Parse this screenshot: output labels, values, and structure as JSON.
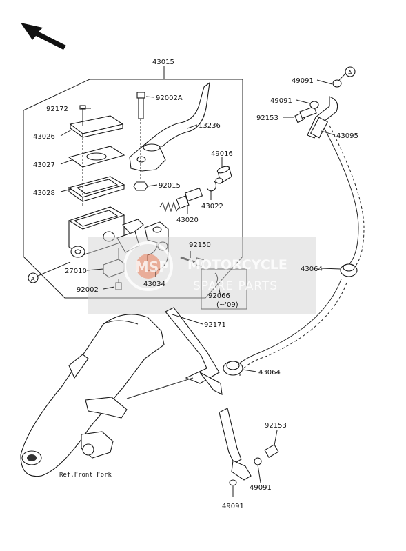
{
  "labels": {
    "l43015": "43015",
    "l92002A": "92002A",
    "l92172": "92172",
    "l13236": "13236",
    "l43026": "43026",
    "l49016": "49016",
    "l43027": "43027",
    "l92015": "92015",
    "l43028": "43028",
    "l43022": "43022",
    "l43020": "43020",
    "l92150": "92150",
    "l27010": "27010",
    "l43034": "43034",
    "l92002": "92002",
    "l92066": "92066",
    "l92066note": "(~'09)",
    "l92171": "92171",
    "l49091a": "49091",
    "l49091b": "49091",
    "l92153a": "92153",
    "l43095": "43095",
    "l43064a": "43064",
    "l43064b": "43064",
    "l92153b": "92153",
    "l49091c": "49091",
    "l49091d": "49091",
    "refFork": "Ref.Front Fork",
    "refA1": "A",
    "refA2": "A"
  },
  "watermark": {
    "line1": "MOTORCYCLE",
    "line2": "SPARE PARTS",
    "logo": "MSP"
  },
  "colors": {
    "ink": "#1a1a1a",
    "watermark_bg": "#c8c8c8",
    "watermark_logo": "#e85a2a"
  }
}
